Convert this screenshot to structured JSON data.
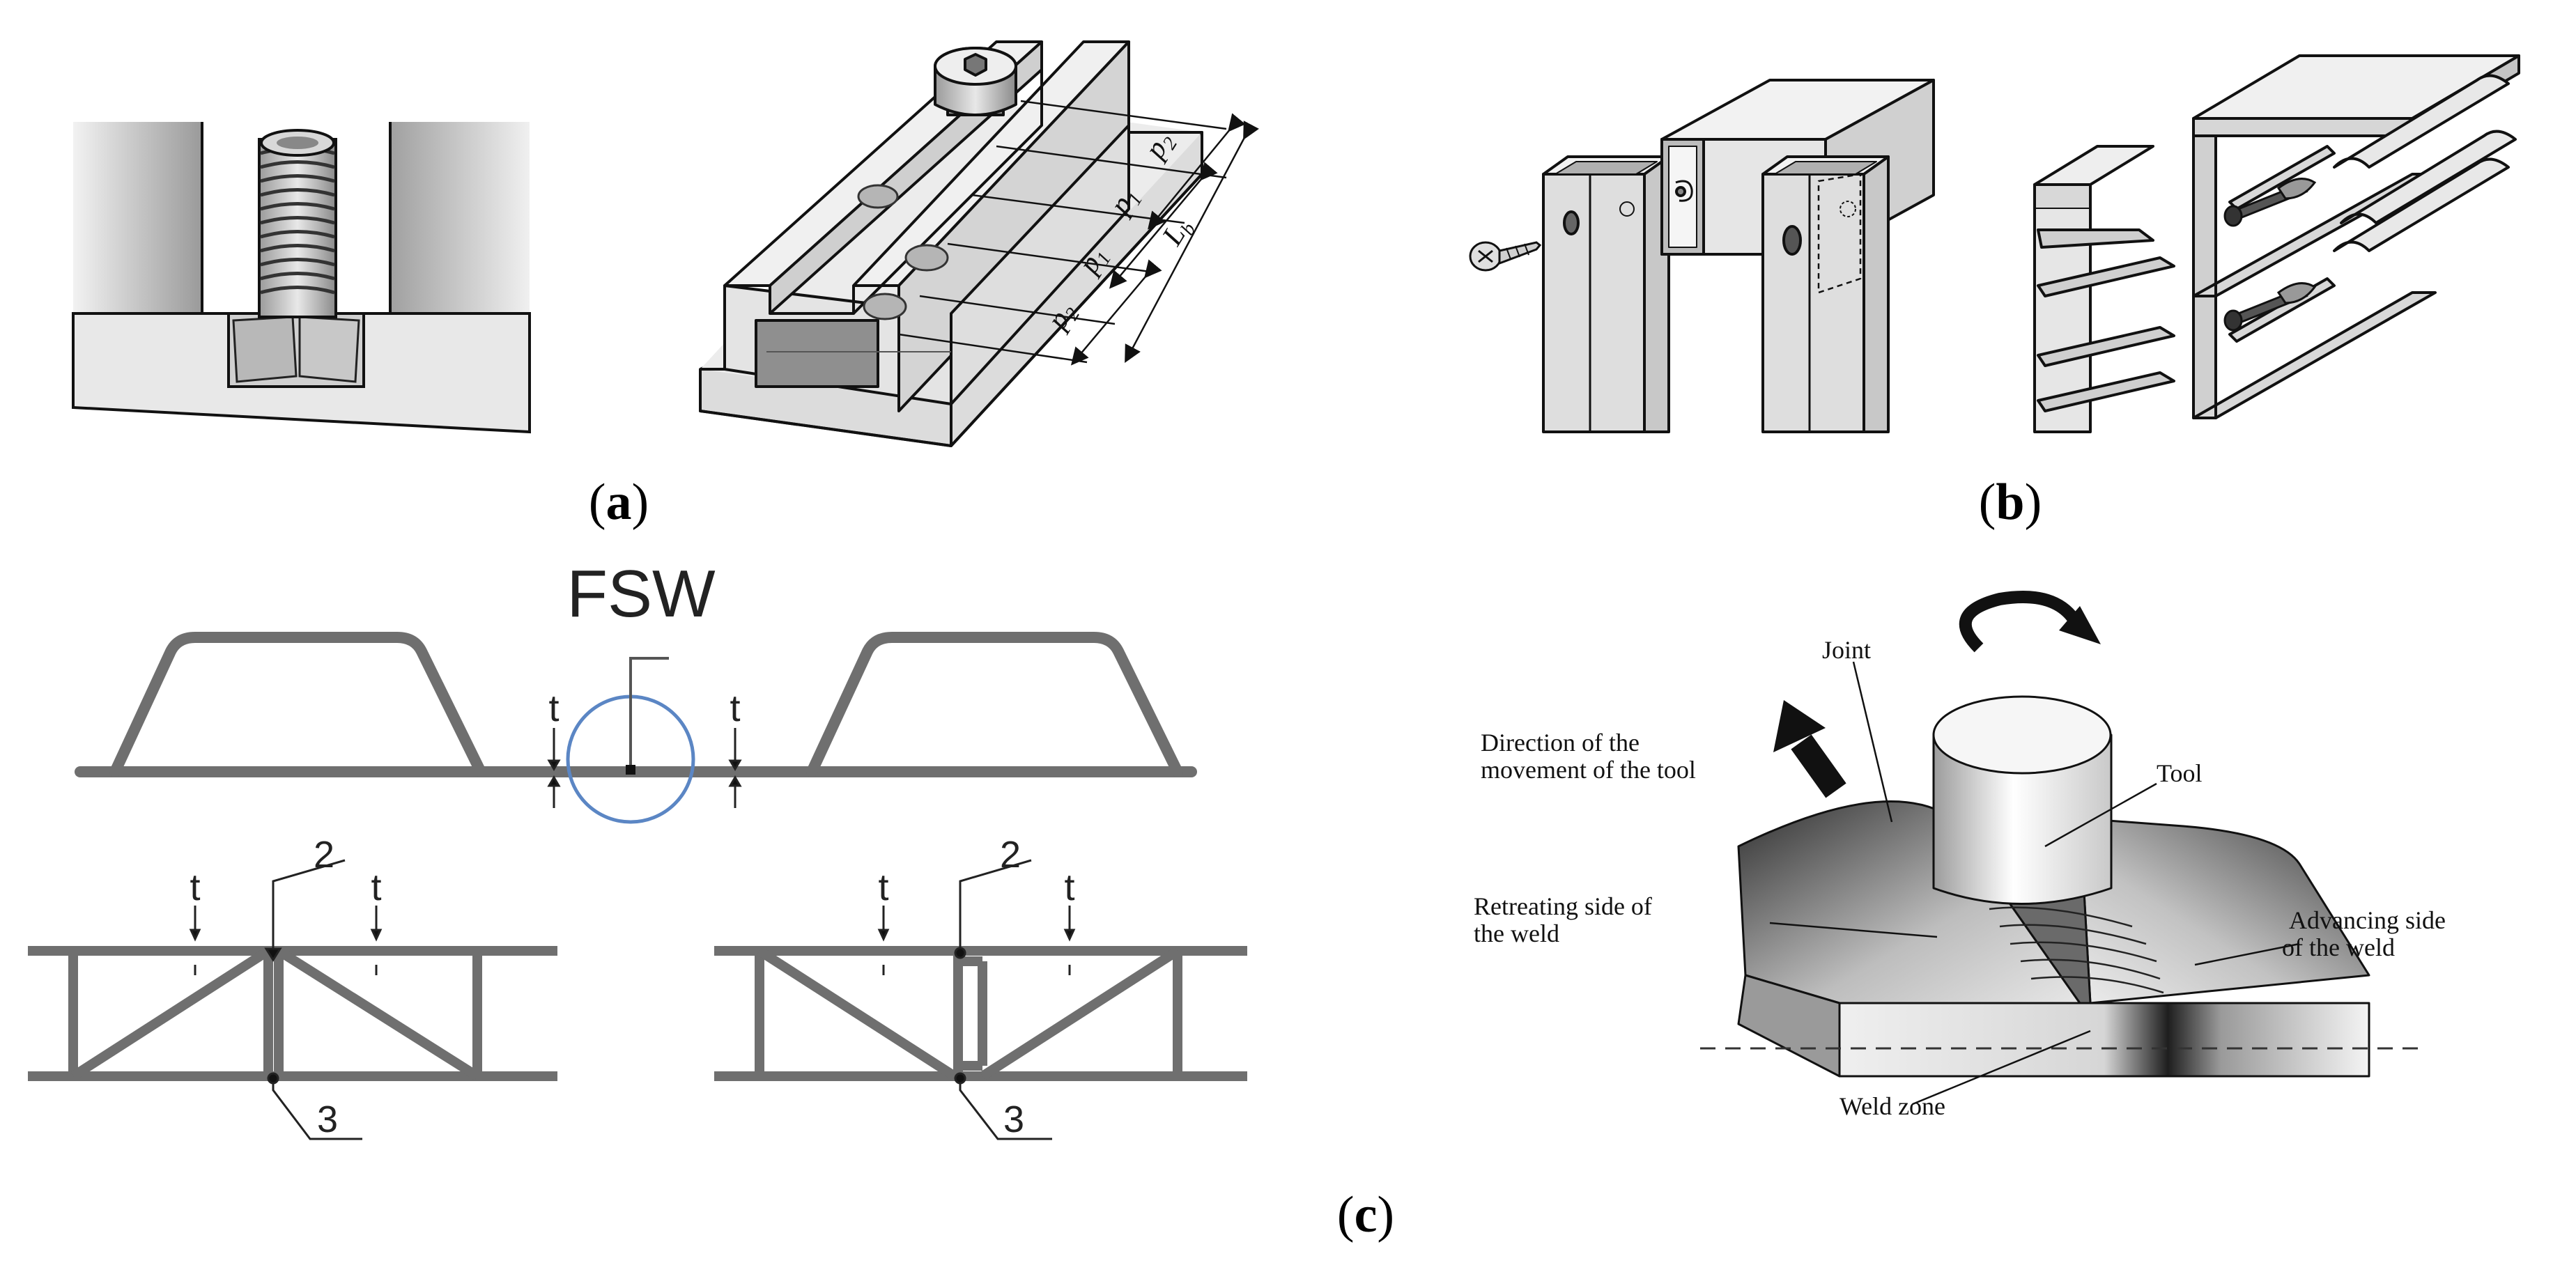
{
  "panels": {
    "a": {
      "label_open": "(",
      "label_letter": "a",
      "label_close": ")"
    },
    "b": {
      "label_open": "(",
      "label_letter": "b",
      "label_close": ")"
    },
    "c": {
      "label_open": "(",
      "label_letter": "c",
      "label_close": ")"
    }
  },
  "dimensions": {
    "p2_top": "p",
    "p2_top_sub": "2",
    "p1_top": "p",
    "p1_top_sub": "1",
    "p1_mid": "p",
    "p1_mid_sub": "1",
    "p2_bot": "p",
    "p2_bot_sub": "2",
    "lb": "L",
    "lb_sub": "b"
  },
  "fsw": {
    "title": "FSW"
  },
  "extrusion_callouts": {
    "left_top": "2",
    "left_bottom": "3",
    "right_top": "2",
    "right_bottom": "3",
    "thickness_mark": "t"
  },
  "weld_callouts": {
    "joint": "Joint",
    "direction_line1": "Direction of the",
    "direction_line2": "movement of the tool",
    "tool": "Tool",
    "retreating_line1": "Retreating side of",
    "retreating_line2": "the weld",
    "advancing_line1": "Advancing side",
    "advancing_line2": "of the weld",
    "weld_zone": "Weld zone"
  }
}
